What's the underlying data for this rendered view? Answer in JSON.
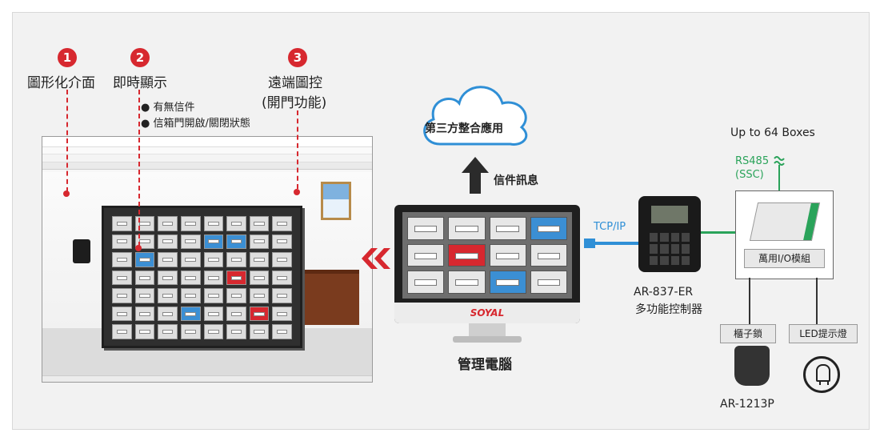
{
  "features": [
    {
      "number": "1",
      "title": "圖形化介面"
    },
    {
      "number": "2",
      "title": "即時顯示",
      "bullets": [
        "有無信件",
        "信箱門開啟/關閉狀態"
      ]
    },
    {
      "number": "3",
      "title": "遠端圖控",
      "subtitle": "(開門功能)"
    }
  ],
  "cloud_label": "第三方整合應用",
  "message_label": "信件訊息",
  "monitor_label": "管理電腦",
  "monitor_brand": "SOYAL",
  "link_label": "TCP/IP",
  "controller_model": "AR-837-ER",
  "controller_desc": "多功能控制器",
  "boxes_note": "Up to 64 Boxes",
  "rs485": "RS485",
  "ssc": "(SSC)",
  "io_label": "萬用I/O模組",
  "lock_label": "櫃子鎖",
  "led_label": "LED提示燈",
  "lock_model": "AR-1213P",
  "colors": {
    "accent_red": "#d7282f",
    "link_blue": "#2f8fd6",
    "signal_green": "#2aa35a"
  }
}
